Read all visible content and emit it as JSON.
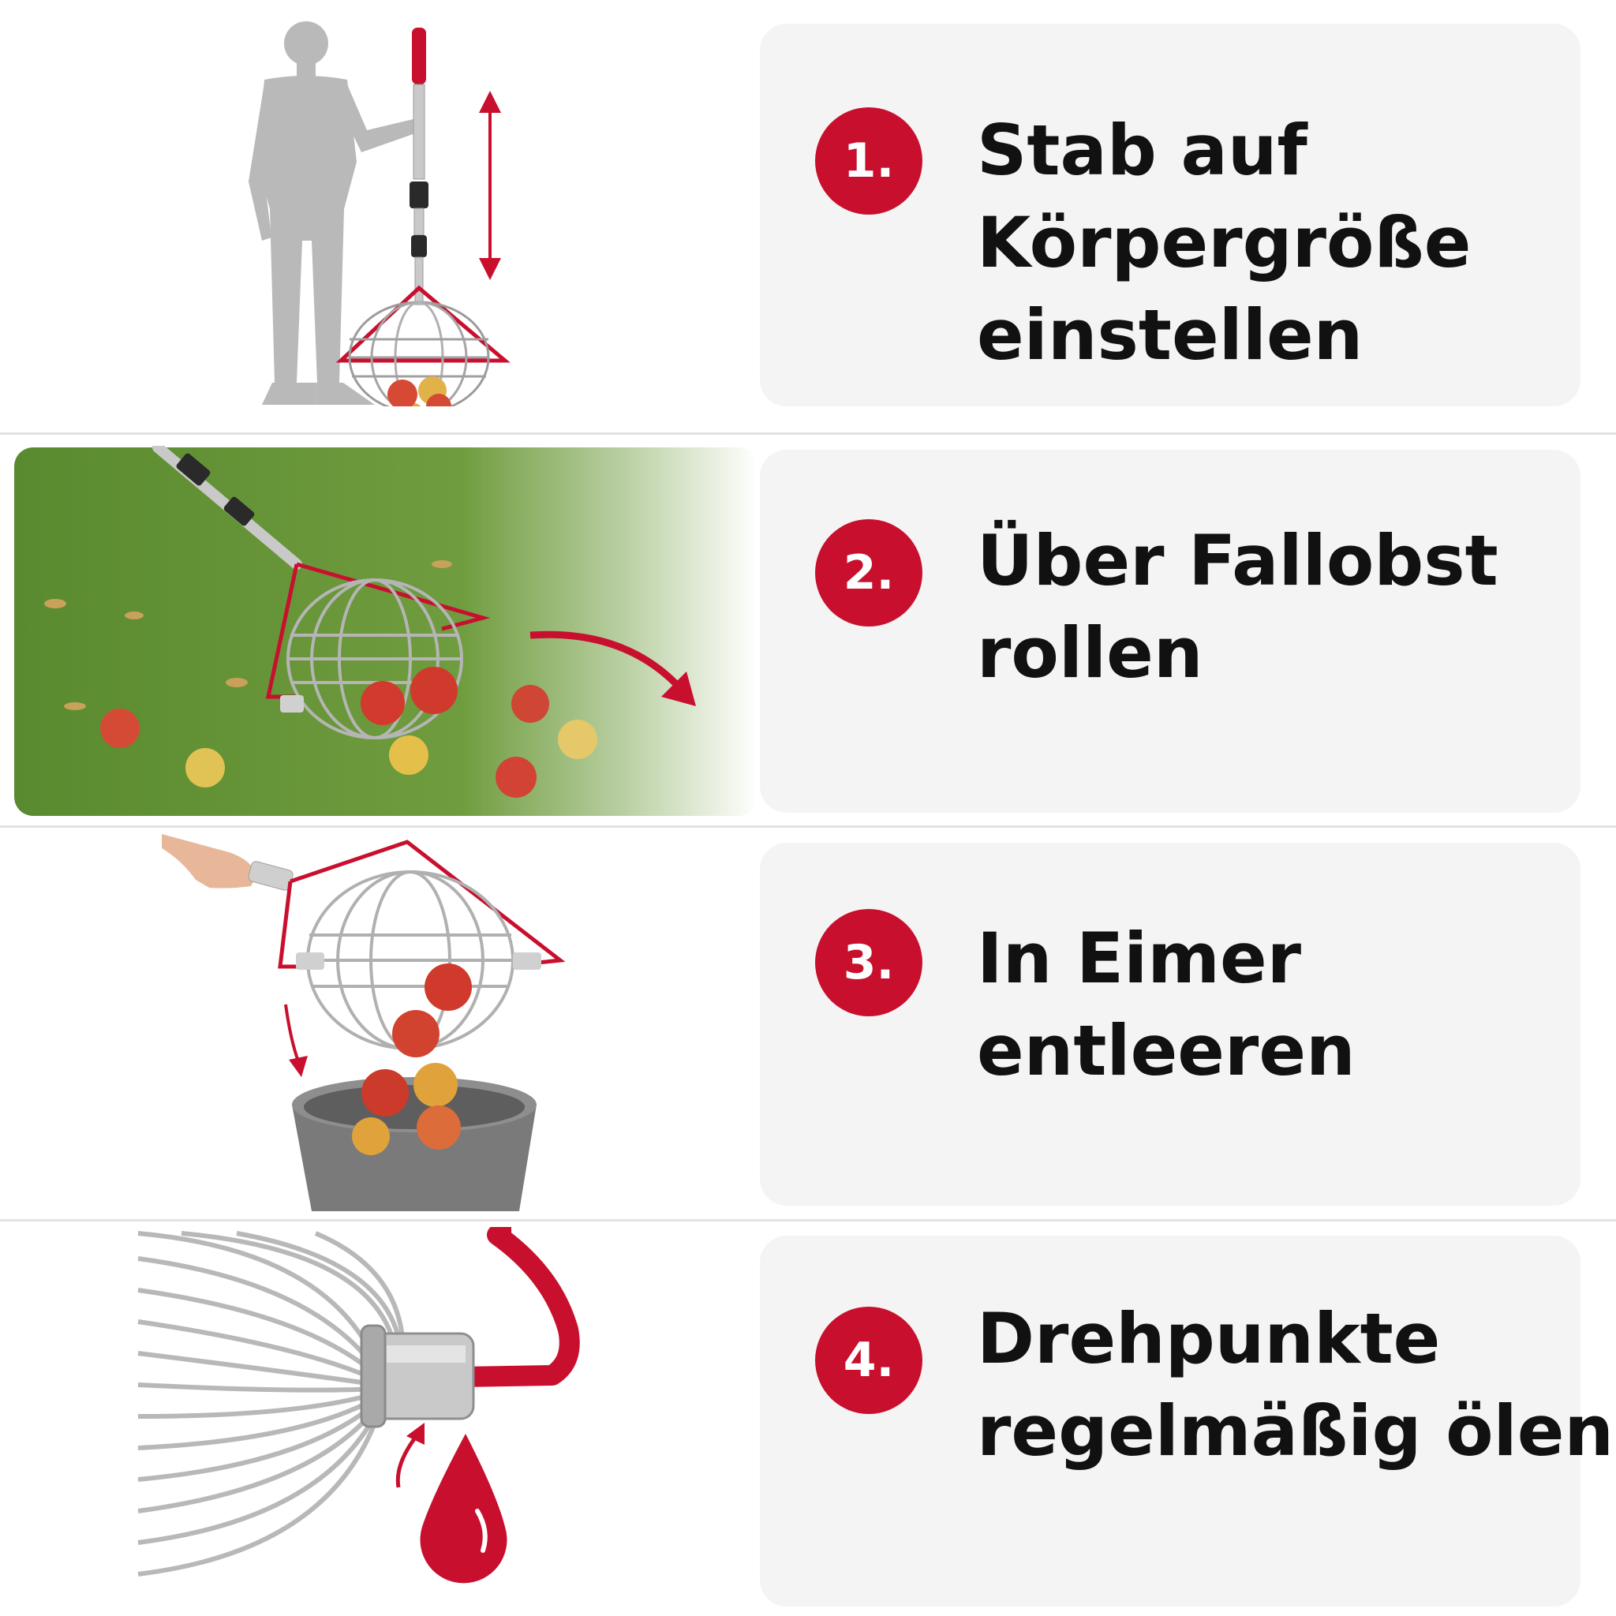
{
  "steps": [
    {
      "number": "1.",
      "lines": [
        "Stab auf",
        "Körpergröße",
        "einstellen"
      ]
    },
    {
      "number": "2.",
      "lines": [
        "Über Fallobst",
        "rollen"
      ]
    },
    {
      "number": "3.",
      "lines": [
        "In Eimer",
        "entleeren"
      ]
    },
    {
      "number": "4.",
      "lines": [
        "Drehpunkte",
        "regelmäßig ölen"
      ]
    }
  ],
  "colors": {
    "accent": "#c8102e",
    "card": "#f4f4f4",
    "text": "#111111"
  },
  "icons": [
    "person-silhouette-icon",
    "height-arrow-icon",
    "roll-arrow-icon",
    "down-arrow-icon",
    "oil-drop-icon"
  ]
}
